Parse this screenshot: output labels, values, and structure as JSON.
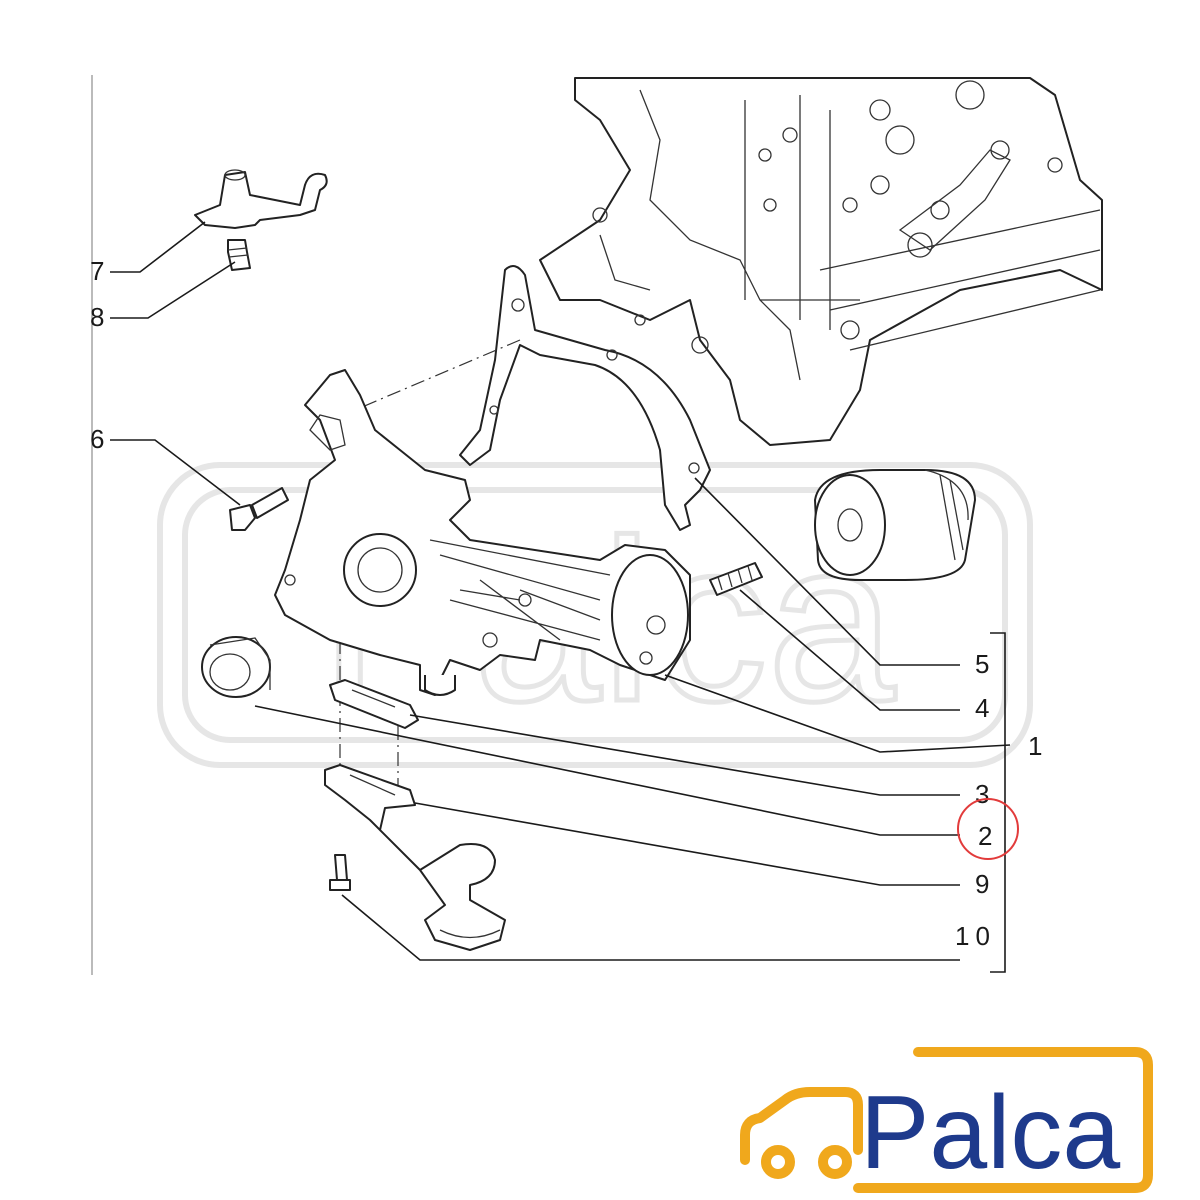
{
  "diagram": {
    "callouts": [
      "7",
      "8",
      "6",
      "5",
      "4",
      "1",
      "3",
      "2",
      "9",
      "10"
    ],
    "highlighted_callout": "2",
    "highlight_color": "#e23b3b"
  },
  "watermark": {
    "text": "Palca"
  },
  "logo": {
    "text": "Palca",
    "text_color": "#1e3a8c",
    "frame_color": "#f0a81c",
    "icon": "car-icon"
  }
}
